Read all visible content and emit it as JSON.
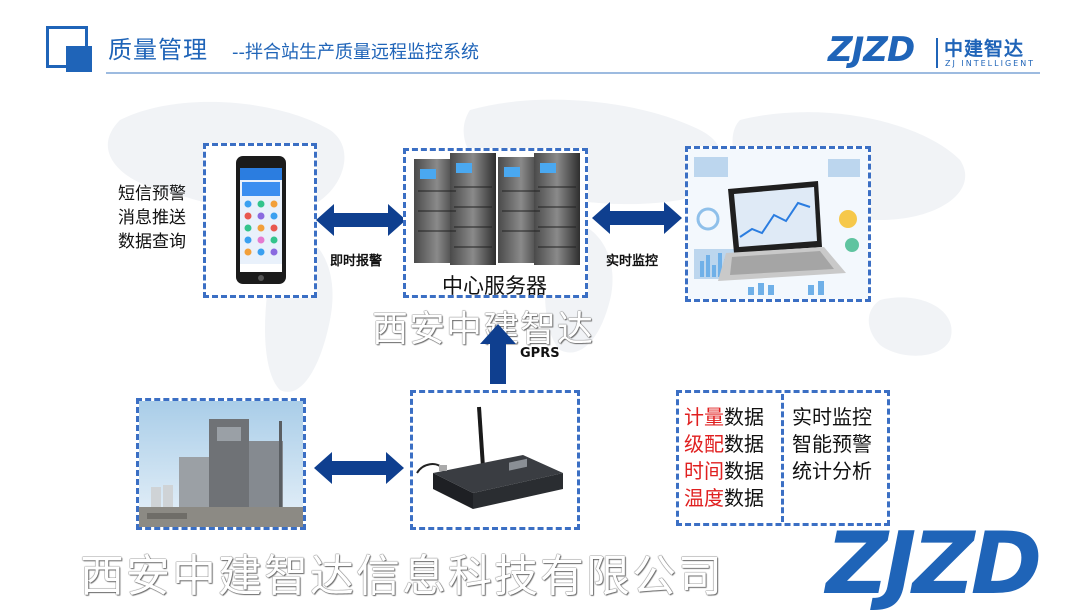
{
  "header": {
    "title": "质量管理",
    "subtitle": "--拌合站生产质量远程监控系统",
    "logo_text": "ZJZD",
    "logo_cn": "中建智达",
    "logo_en": "ZJ INTELLIGENT"
  },
  "mobile": {
    "features": [
      "短信预警",
      "消息推送",
      "数据查询"
    ]
  },
  "links": {
    "mobile_server": "即时报警",
    "server_monitor": "实时监控",
    "gprs": "GPRS"
  },
  "server": {
    "label": "中心服务器"
  },
  "data_panel": {
    "items": [
      {
        "highlight": "计量",
        "rest": "数据"
      },
      {
        "highlight": "级配",
        "rest": "数据"
      },
      {
        "highlight": "时间",
        "rest": "数据"
      },
      {
        "highlight": "温度",
        "rest": "数据"
      }
    ],
    "functions": [
      "实时监控",
      "智能预警",
      "统计分析"
    ]
  },
  "watermark": {
    "middle": "西安中建智达",
    "bottom": "西安中建智达信息科技有限公司",
    "logo": "ZJZD"
  },
  "colors": {
    "brand": "#1f64b8",
    "arrow": "#0f3f8f",
    "highlight": "#e02020",
    "box_border": "#3b6fc4"
  }
}
